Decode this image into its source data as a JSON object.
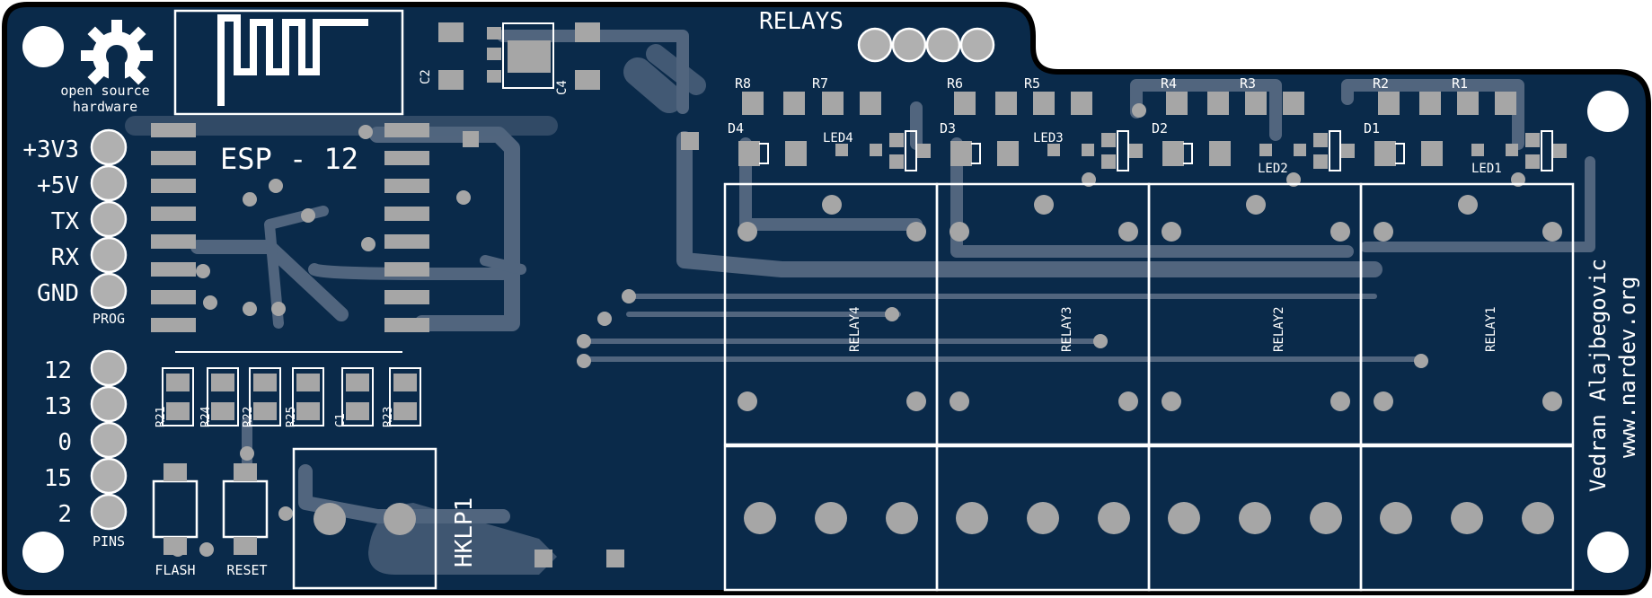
{
  "board": {
    "color": "#0a2a4a",
    "edge_color": "#000000",
    "silkscreen_color": "#ffffff",
    "pad_color": "#a6a6a6",
    "trace_color": "#5a6d85"
  },
  "logo": {
    "line1": "open source",
    "line2": "hardware"
  },
  "module": {
    "label": "ESP - 12"
  },
  "header_relays": {
    "label": "RELAYS"
  },
  "prog_header": {
    "pins": [
      "+3V3",
      "+5V",
      "TX",
      "RX",
      "GND"
    ],
    "label": "PROG"
  },
  "pins_header": {
    "pins": [
      "12",
      "13",
      "0",
      "15",
      "2"
    ],
    "label": "PINS"
  },
  "buttons": {
    "flash": "FLASH",
    "reset": "RESET"
  },
  "terminal": {
    "label": "HKLP1"
  },
  "caps": {
    "c2": "C2",
    "c4": "C4",
    "c1": "C1"
  },
  "small_resistors": [
    "R21",
    "R24",
    "R22",
    "R25",
    "C1",
    "R23"
  ],
  "relay_resistors": [
    "R8",
    "R7",
    "R6",
    "R5",
    "R4",
    "R3",
    "R2",
    "R1"
  ],
  "diodes": [
    "D4",
    "D3",
    "D2",
    "D1"
  ],
  "leds": [
    "LED4",
    "LED3",
    "LED2",
    "LED1"
  ],
  "relays": [
    "RELAY4",
    "RELAY3",
    "RELAY2",
    "RELAY1"
  ],
  "credits": {
    "author": "Vedran Alajbegovic",
    "site": "www.nardev.org"
  }
}
